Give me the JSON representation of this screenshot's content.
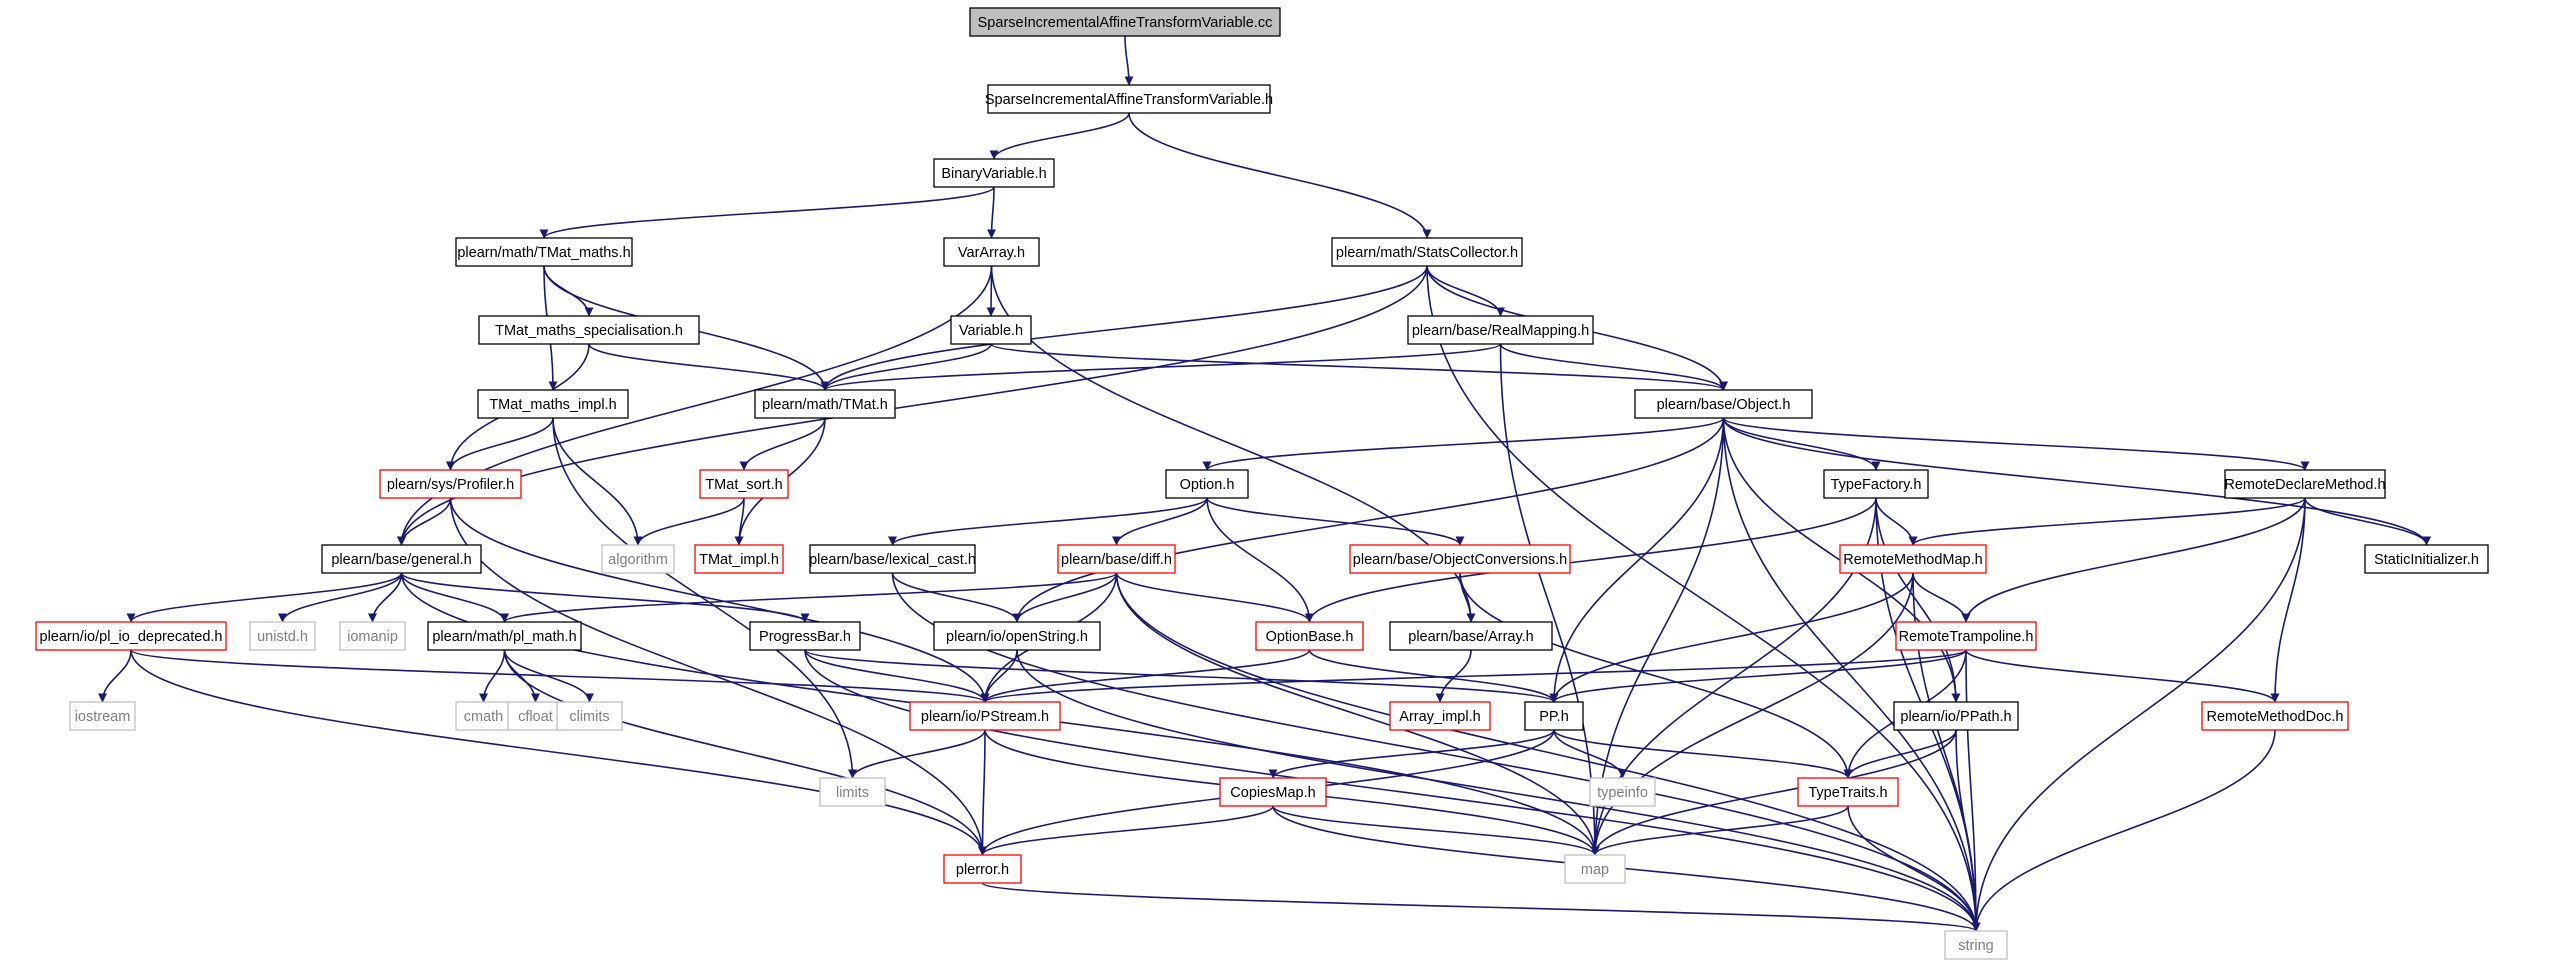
{
  "colors": {
    "edge": "#191970",
    "box_normal": "#000000",
    "box_undocumented": "#ff0000",
    "box_external": "#bfbfbf",
    "root_fill": "#bfbfbf",
    "text_normal": "#000000",
    "text_external": "#7f7f7f"
  },
  "nodes": [
    {
      "id": "root",
      "label": "SparseIncrementalAffineTransformVariable.cc",
      "kind": "root"
    },
    {
      "id": "sitv_h",
      "label": "SparseIncrementalAffineTransformVariable.h",
      "kind": "normal"
    },
    {
      "id": "binvar",
      "label": "BinaryVariable.h",
      "kind": "normal"
    },
    {
      "id": "tmat_maths",
      "label": "plearn/math/TMat_maths.h",
      "kind": "normal"
    },
    {
      "id": "vararray",
      "label": "VarArray.h",
      "kind": "normal"
    },
    {
      "id": "statscoll",
      "label": "plearn/math/StatsCollector.h",
      "kind": "normal"
    },
    {
      "id": "tmat_spec",
      "label": "TMat_maths_specialisation.h",
      "kind": "normal"
    },
    {
      "id": "variable",
      "label": "Variable.h",
      "kind": "normal"
    },
    {
      "id": "realmap",
      "label": "plearn/base/RealMapping.h",
      "kind": "normal"
    },
    {
      "id": "tmat_impl_maths",
      "label": "TMat_maths_impl.h",
      "kind": "normal"
    },
    {
      "id": "tmat",
      "label": "plearn/math/TMat.h",
      "kind": "normal"
    },
    {
      "id": "object",
      "label": "plearn/base/Object.h",
      "kind": "normal"
    },
    {
      "id": "profiler",
      "label": "plearn/sys/Profiler.h",
      "kind": "red"
    },
    {
      "id": "tmat_sort",
      "label": "TMat_sort.h",
      "kind": "red"
    },
    {
      "id": "option",
      "label": "Option.h",
      "kind": "normal"
    },
    {
      "id": "typefactory",
      "label": "TypeFactory.h",
      "kind": "normal"
    },
    {
      "id": "remotedecl",
      "label": "RemoteDeclareMethod.h",
      "kind": "normal"
    },
    {
      "id": "algorithm",
      "label": "algorithm",
      "kind": "external"
    },
    {
      "id": "tmat_impl",
      "label": "TMat_impl.h",
      "kind": "red"
    },
    {
      "id": "general",
      "label": "plearn/base/general.h",
      "kind": "normal"
    },
    {
      "id": "lexical",
      "label": "plearn/base/lexical_cast.h",
      "kind": "normal"
    },
    {
      "id": "diff",
      "label": "plearn/base/diff.h",
      "kind": "red"
    },
    {
      "id": "objconv",
      "label": "plearn/base/ObjectConversions.h",
      "kind": "red"
    },
    {
      "id": "remotemethodmap",
      "label": "RemoteMethodMap.h",
      "kind": "red"
    },
    {
      "id": "staticinit",
      "label": "StaticInitializer.h",
      "kind": "normal"
    },
    {
      "id": "pl_io_dep",
      "label": "plearn/io/pl_io_deprecated.h",
      "kind": "red"
    },
    {
      "id": "unistd",
      "label": "unistd.h",
      "kind": "external"
    },
    {
      "id": "iomanip",
      "label": "iomanip",
      "kind": "external"
    },
    {
      "id": "pl_math",
      "label": "plearn/math/pl_math.h",
      "kind": "normal"
    },
    {
      "id": "progressbar",
      "label": "ProgressBar.h",
      "kind": "normal"
    },
    {
      "id": "openstring",
      "label": "plearn/io/openString.h",
      "kind": "normal"
    },
    {
      "id": "optionbase",
      "label": "OptionBase.h",
      "kind": "red"
    },
    {
      "id": "array",
      "label": "plearn/base/Array.h",
      "kind": "normal"
    },
    {
      "id": "remotetramp",
      "label": "RemoteTrampoline.h",
      "kind": "red"
    },
    {
      "id": "iostream",
      "label": "iostream",
      "kind": "external"
    },
    {
      "id": "cmath",
      "label": "cmath",
      "kind": "external"
    },
    {
      "id": "cfloat",
      "label": "cfloat",
      "kind": "external"
    },
    {
      "id": "climits",
      "label": "climits",
      "kind": "external"
    },
    {
      "id": "pstream",
      "label": "plearn/io/PStream.h",
      "kind": "red"
    },
    {
      "id": "array_impl",
      "label": "Array_impl.h",
      "kind": "red"
    },
    {
      "id": "pp",
      "label": "PP.h",
      "kind": "normal"
    },
    {
      "id": "ppath",
      "label": "plearn/io/PPath.h",
      "kind": "normal"
    },
    {
      "id": "remotemethoddoc",
      "label": "RemoteMethodDoc.h",
      "kind": "red"
    },
    {
      "id": "limits",
      "label": "limits",
      "kind": "external"
    },
    {
      "id": "typeinfo",
      "label": "typeinfo",
      "kind": "external"
    },
    {
      "id": "copiesmap",
      "label": "CopiesMap.h",
      "kind": "red"
    },
    {
      "id": "typetraits",
      "label": "TypeTraits.h",
      "kind": "red"
    },
    {
      "id": "plerror",
      "label": "plerror.h",
      "kind": "red"
    },
    {
      "id": "map",
      "label": "map",
      "kind": "external"
    },
    {
      "id": "string",
      "label": "string",
      "kind": "external"
    }
  ],
  "edges": [
    [
      "root",
      "sitv_h"
    ],
    [
      "sitv_h",
      "binvar"
    ],
    [
      "sitv_h",
      "statscoll"
    ],
    [
      "binvar",
      "tmat_maths"
    ],
    [
      "binvar",
      "vararray"
    ],
    [
      "tmat_maths",
      "tmat_spec"
    ],
    [
      "tmat_maths",
      "tmat_impl_maths"
    ],
    [
      "tmat_maths",
      "tmat"
    ],
    [
      "vararray",
      "variable"
    ],
    [
      "vararray",
      "array"
    ],
    [
      "vararray",
      "general"
    ],
    [
      "statscoll",
      "tmat"
    ],
    [
      "statscoll",
      "realmap"
    ],
    [
      "statscoll",
      "object"
    ],
    [
      "statscoll",
      "general"
    ],
    [
      "statscoll",
      "string"
    ],
    [
      "tmat_spec",
      "tmat"
    ],
    [
      "tmat_spec",
      "profiler"
    ],
    [
      "variable",
      "tmat"
    ],
    [
      "variable",
      "object"
    ],
    [
      "realmap",
      "tmat"
    ],
    [
      "realmap",
      "object"
    ],
    [
      "realmap",
      "map"
    ],
    [
      "tmat_impl_maths",
      "profiler"
    ],
    [
      "tmat_impl_maths",
      "algorithm"
    ],
    [
      "tmat_impl_maths",
      "limits"
    ],
    [
      "tmat",
      "tmat_sort"
    ],
    [
      "tmat",
      "tmat_impl"
    ],
    [
      "tmat_sort",
      "algorithm"
    ],
    [
      "tmat_sort",
      "tmat_impl"
    ],
    [
      "profiler",
      "general"
    ],
    [
      "profiler",
      "pstream"
    ],
    [
      "profiler",
      "plerror"
    ],
    [
      "object",
      "option"
    ],
    [
      "object",
      "typefactory"
    ],
    [
      "object",
      "remotedecl"
    ],
    [
      "object",
      "staticinit"
    ],
    [
      "object",
      "pp"
    ],
    [
      "object",
      "ppath"
    ],
    [
      "object",
      "openstring"
    ],
    [
      "object",
      "map"
    ],
    [
      "object",
      "string"
    ],
    [
      "option",
      "lexical"
    ],
    [
      "option",
      "diff"
    ],
    [
      "option",
      "objconv"
    ],
    [
      "option",
      "optionbase"
    ],
    [
      "typefactory",
      "remotemethodmap"
    ],
    [
      "typefactory",
      "optionbase"
    ],
    [
      "typefactory",
      "map"
    ],
    [
      "typefactory",
      "string"
    ],
    [
      "typefactory",
      "ppath"
    ],
    [
      "remotedecl",
      "remotemethodmap"
    ],
    [
      "remotedecl",
      "remotetramp"
    ],
    [
      "remotedecl",
      "staticinit"
    ],
    [
      "remotedecl",
      "remotemethoddoc"
    ],
    [
      "remotedecl",
      "string"
    ],
    [
      "general",
      "pl_io_dep"
    ],
    [
      "general",
      "unistd"
    ],
    [
      "general",
      "iomanip"
    ],
    [
      "general",
      "pl_math"
    ],
    [
      "general",
      "progressbar"
    ],
    [
      "general",
      "map"
    ],
    [
      "lexical",
      "openstring"
    ],
    [
      "lexical",
      "string"
    ],
    [
      "diff",
      "pl_math"
    ],
    [
      "diff",
      "openstring"
    ],
    [
      "diff",
      "optionbase"
    ],
    [
      "diff",
      "pstream"
    ],
    [
      "diff",
      "map"
    ],
    [
      "diff",
      "string"
    ],
    [
      "objconv",
      "array"
    ],
    [
      "objconv",
      "typetraits"
    ],
    [
      "remotemethodmap",
      "remotetramp"
    ],
    [
      "remotemethodmap",
      "pp"
    ],
    [
      "remotemethodmap",
      "map"
    ],
    [
      "remotemethodmap",
      "string"
    ],
    [
      "pl_io_dep",
      "iostream"
    ],
    [
      "pl_io_dep",
      "pstream"
    ],
    [
      "pl_io_dep",
      "plerror"
    ],
    [
      "pl_math",
      "cmath"
    ],
    [
      "pl_math",
      "cfloat"
    ],
    [
      "pl_math",
      "climits"
    ],
    [
      "pl_math",
      "plerror"
    ],
    [
      "progressbar",
      "pstream"
    ],
    [
      "progressbar",
      "pp"
    ],
    [
      "progressbar",
      "string"
    ],
    [
      "openstring",
      "pstream"
    ],
    [
      "openstring",
      "string"
    ],
    [
      "optionbase",
      "pstream"
    ],
    [
      "optionbase",
      "pp"
    ],
    [
      "array",
      "array_impl"
    ],
    [
      "remotetramp",
      "pstream"
    ],
    [
      "remotetramp",
      "pp"
    ],
    [
      "remotetramp",
      "typetraits"
    ],
    [
      "remotetramp",
      "remotemethoddoc"
    ],
    [
      "remotetramp",
      "string"
    ],
    [
      "pstream",
      "limits"
    ],
    [
      "pstream",
      "plerror"
    ],
    [
      "pstream",
      "map"
    ],
    [
      "pp",
      "typeinfo"
    ],
    [
      "pp",
      "copiesmap"
    ],
    [
      "pp",
      "typetraits"
    ],
    [
      "pp",
      "plerror"
    ],
    [
      "ppath",
      "typetraits"
    ],
    [
      "ppath",
      "map"
    ],
    [
      "ppath",
      "string"
    ],
    [
      "remotemethoddoc",
      "string"
    ],
    [
      "copiesmap",
      "plerror"
    ],
    [
      "copiesmap",
      "map"
    ],
    [
      "copiesmap",
      "string"
    ],
    [
      "typetraits",
      "map"
    ],
    [
      "typetraits",
      "string"
    ],
    [
      "plerror",
      "string"
    ]
  ]
}
